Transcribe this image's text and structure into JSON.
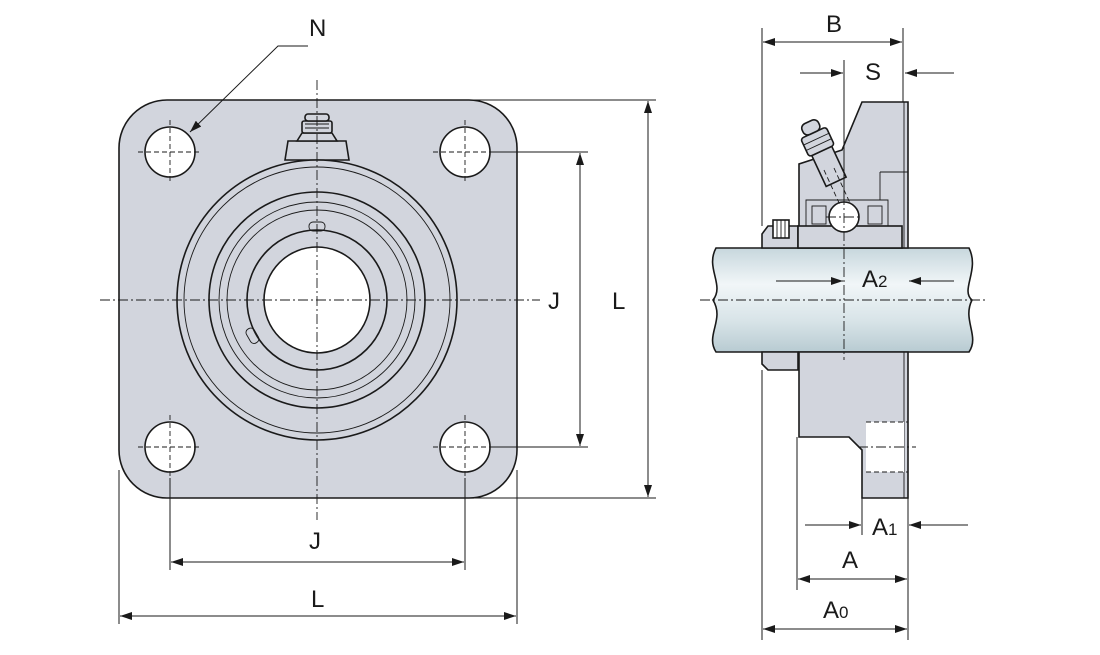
{
  "colors": {
    "housing_fill": "#d2d5dd",
    "hole_fill": "#ffffff",
    "shaft_light": "#eef3f5",
    "shaft_dark": "#c4d4da",
    "line": "#1a1a1a"
  },
  "labels": {
    "N": "N",
    "J_vertical": "J",
    "L_vertical": "L",
    "J_horizontal": "J",
    "L_horizontal": "L",
    "B": "B",
    "S": "S",
    "A2_main": "A",
    "A2_sub": "2",
    "A1_main": "A",
    "A1_sub": "1",
    "A": "A",
    "A0_main": "A",
    "A0_sub": "0"
  }
}
